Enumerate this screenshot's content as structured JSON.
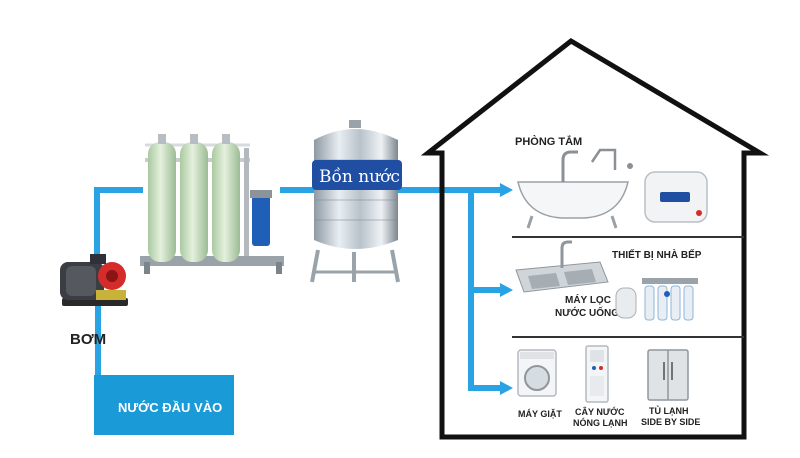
{
  "diagram": {
    "tank_label": "Bồn nước",
    "pump_label": "BƠM",
    "inlet_label": "NƯỚC ĐẦU VÀO",
    "rooms": {
      "bathroom": "PHÒNG TẮM",
      "kitchen": "THIẾT BỊ NHÀ BẾP",
      "purifier_line1": "MÁY LỌC",
      "purifier_line2": "NƯỚC UỐNG",
      "washer": "MÁY GIẶT",
      "dispenser_line1": "CÂY NƯỚC",
      "dispenser_line2": "NÓNG LẠNH",
      "fridge_line1": "TỦ LẠNH",
      "fridge_line2": "SIDE BY SIDE"
    }
  },
  "colors": {
    "pipe": "#29a3e3",
    "inlet_box": "#1a9ad6",
    "house_outline": "#111111",
    "tank_label_bg": "#1f4ea3",
    "pump_accent": "#d42b2b",
    "filter_tank": "#cfe3c8"
  }
}
